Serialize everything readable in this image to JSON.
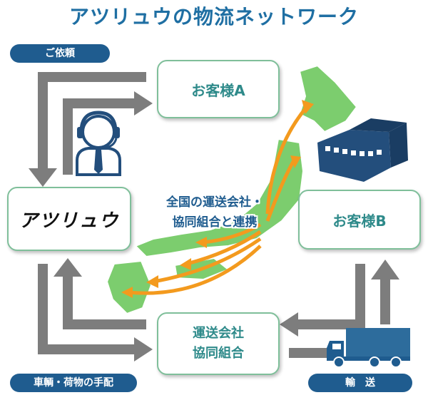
{
  "title": "アツリュウの物流ネットワーク",
  "labels": {
    "request": "ご依頼",
    "vehicle_cargo": "車輌・荷物の手配",
    "transport": "輸　送"
  },
  "boxes": {
    "customer_a": "お客様A",
    "customer_b": "お客様B",
    "company": "アツリュウ",
    "cooperative_line1": "運送会社",
    "cooperative_line2": "協同組合"
  },
  "callout": {
    "line1": "全国の運送会社・",
    "line2": "協同組合と連携"
  },
  "colors": {
    "title": "#1f6fa3",
    "pill": "#1f5c8f",
    "box_text": "#2e8a8a",
    "box_border": "#7fbf9a",
    "arrow_gray": "#7d7d7d",
    "arrow_orange": "#f39a1e",
    "map_green": "#7ccd6e",
    "icon_navy": "#234e7c"
  }
}
